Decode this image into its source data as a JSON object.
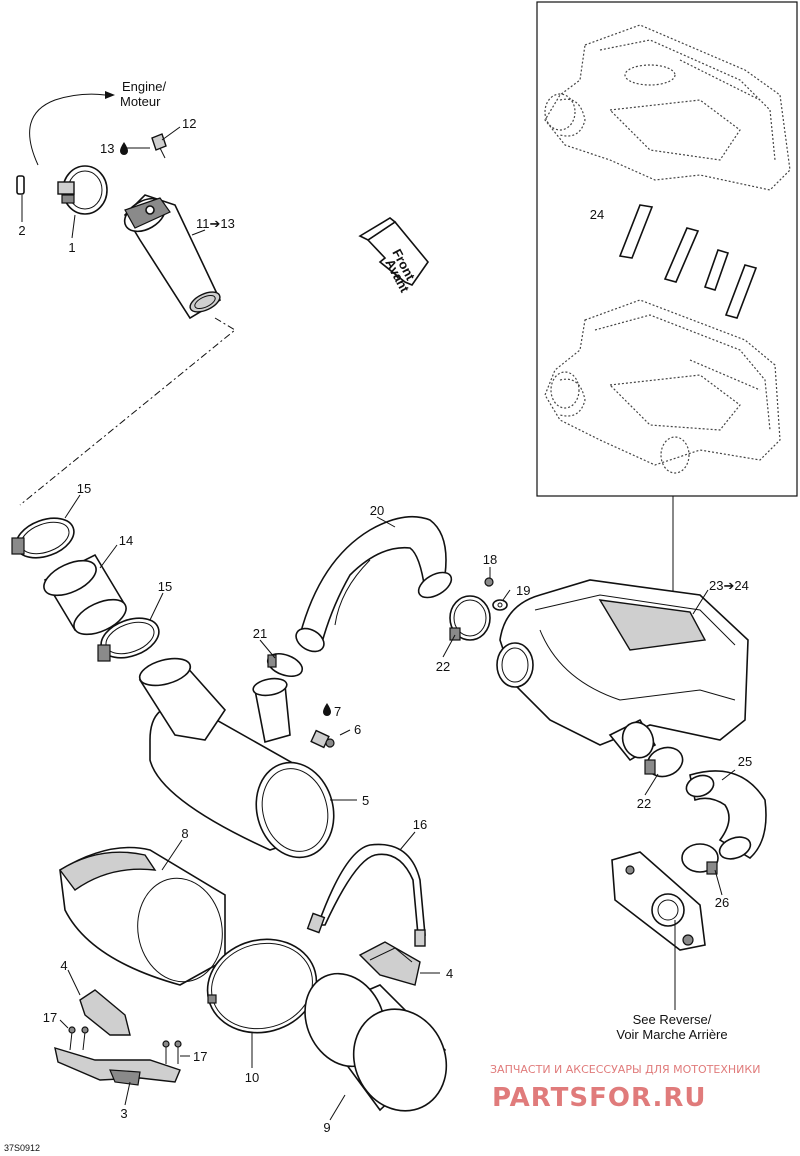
{
  "labels": {
    "engine": "Engine/",
    "moteur": "Moteur",
    "l1": "1",
    "l2": "2",
    "l3": "3",
    "l4a": "4",
    "l4b": "4",
    "l5": "5",
    "l6": "6",
    "l7": "7",
    "l8": "8",
    "l9": "9",
    "l10": "10",
    "l11": "11➔13",
    "l12": "12",
    "l13": "13",
    "l14": "14",
    "l15a": "15",
    "l15b": "15",
    "l16": "16",
    "l17a": "17",
    "l17b": "17",
    "l18": "18",
    "l19": "19",
    "l20": "20",
    "l21": "21",
    "l22a": "22",
    "l22b": "22",
    "l23": "23➔24",
    "l24": "24",
    "l25": "25",
    "l26": "26",
    "front": "Front",
    "avant": "Avant",
    "see_reverse": "See Reverse/",
    "voir_marche": "Voir Marche Arrière"
  },
  "footer": {
    "code": "37S0912",
    "watermark_line1": "ЗАПЧАСТИ И АКСЕССУАРЫ ДЛЯ МОТОТЕХНИКИ",
    "watermark_line2": "PARTSFOR.RU"
  }
}
